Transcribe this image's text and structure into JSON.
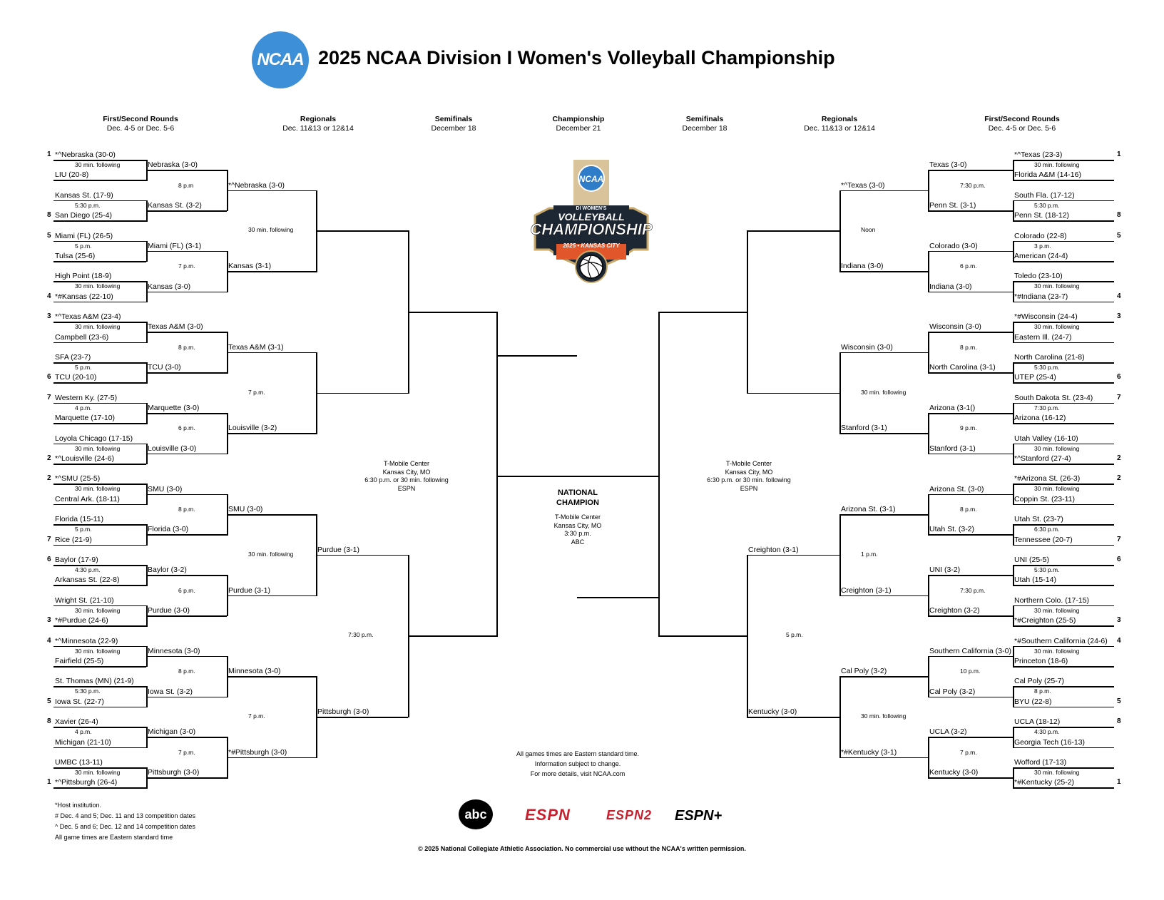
{
  "title": "2025 NCAA Division I Women's Volleyball Championship",
  "logo_text": "NCAA",
  "headers": {
    "r1_left": {
      "name": "First/Second Rounds",
      "date": "Dec. 4-5 or Dec. 5-6"
    },
    "reg_left": {
      "name": "Regionals",
      "date": "Dec. 11&13 or 12&14"
    },
    "semi_left": {
      "name": "Semifinals",
      "date": "December 18"
    },
    "champ": {
      "name": "Championship",
      "date": "December 21"
    },
    "semi_right": {
      "name": "Semifinals",
      "date": "December 18"
    },
    "reg_right": {
      "name": "Regionals",
      "date": "Dec. 11&13 or 12&14"
    },
    "r1_right": {
      "name": "First/Second Rounds",
      "date": "Dec. 4-5 or Dec. 5-6"
    }
  },
  "left": {
    "r1": [
      {
        "seed": "1",
        "a": "*^Nebraska (30-0)",
        "b": "LIU (20-8)",
        "t": "30 min. following",
        "bseed": ""
      },
      {
        "seed": "",
        "a": "Kansas St. (17-9)",
        "b": "San Diego (25-4)",
        "t": "5:30 p.m.",
        "bseed": "8"
      },
      {
        "seed": "5",
        "a": "Miami (FL) (26-5)",
        "b": "Tulsa (25-6)",
        "t": "5 p.m.",
        "bseed": ""
      },
      {
        "seed": "",
        "a": "High Point (18-9)",
        "b": "*#Kansas (22-10)",
        "t": "30 min. following",
        "bseed": "4"
      },
      {
        "seed": "3",
        "a": "*^Texas A&M (23-4)",
        "b": "Campbell (23-6)",
        "t": "30 min. following",
        "bseed": ""
      },
      {
        "seed": "",
        "a": "SFA (23-7)",
        "b": "TCU (20-10)",
        "t": "5 p.m.",
        "bseed": "6"
      },
      {
        "seed": "7",
        "a": "Western Ky. (27-5)",
        "b": "Marquette (17-10)",
        "t": "4 p.m.",
        "bseed": ""
      },
      {
        "seed": "",
        "a": "Loyola Chicago (17-15)",
        "b": "*^Louisville (24-6)",
        "t": "30 min. following",
        "bseed": "2"
      },
      {
        "seed": "2",
        "a": "*^SMU (25-5)",
        "b": "Central Ark. (18-11)",
        "t": "30 min. following",
        "bseed": ""
      },
      {
        "seed": "",
        "a": "Florida (15-11)",
        "b": "Rice (21-9)",
        "t": "5 p.m.",
        "bseed": "7"
      },
      {
        "seed": "6",
        "a": "Baylor (17-9)",
        "b": "Arkansas St. (22-8)",
        "t": "4:30 p.m.",
        "bseed": ""
      },
      {
        "seed": "",
        "a": "Wright St. (21-10)",
        "b": "*#Purdue (24-6)",
        "t": "30 min. following",
        "bseed": "3"
      },
      {
        "seed": "4",
        "a": "*^Minnesota (22-9)",
        "b": "Fairfield (25-5)",
        "t": "30 min. following",
        "bseed": ""
      },
      {
        "seed": "",
        "a": "St. Thomas (MN) (21-9)",
        "b": "Iowa St. (22-7)",
        "t": "5:30 p.m.",
        "bseed": "5"
      },
      {
        "seed": "8",
        "a": "Xavier (26-4)",
        "b": "Michigan (21-10)",
        "t": "4 p.m.",
        "bseed": ""
      },
      {
        "seed": "",
        "a": "UMBC (13-11)",
        "b": "*^Pittsburgh (26-4)",
        "t": "30 min. following",
        "bseed": "1"
      }
    ],
    "r2": [
      {
        "a": "Nebraska (3-0)",
        "b": "Kansas St. (3-2)",
        "t": "8 p.m"
      },
      {
        "a": "Miami (FL) (3-1)",
        "b": "Kansas (3-0)",
        "t": "7 p.m."
      },
      {
        "a": "Texas A&M (3-0)",
        "b": "TCU (3-0)",
        "t": "8 p.m."
      },
      {
        "a": "Marquette (3-0)",
        "b": "Louisville (3-0)",
        "t": "6 p.m."
      },
      {
        "a": "SMU (3-0)",
        "b": "Florida (3-0)",
        "t": "8 p.m."
      },
      {
        "a": "Baylor (3-2)",
        "b": "Purdue (3-0)",
        "t": "6 p.m."
      },
      {
        "a": "Minnesota (3-0)",
        "b": "Iowa St. (3-2)",
        "t": "8 p.m."
      },
      {
        "a": "Michigan (3-0)",
        "b": "Pittsburgh (3-0)",
        "t": "7 p.m."
      }
    ],
    "r3": [
      {
        "a": "*^Nebraska (3-0)",
        "b": "Kansas (3-1)",
        "t": "30 min. following"
      },
      {
        "a": "Texas A&M (3-1)",
        "b": "Louisville (3-2)",
        "t": "7 p.m."
      },
      {
        "a": "SMU (3-0)",
        "b": "Purdue (3-1)",
        "t": "30 min. following"
      },
      {
        "a": "Minnesota (3-0)",
        "b": "*#Pittsburgh (3-0)",
        "t": "7 p.m."
      }
    ],
    "r4": [
      {
        "a": "",
        "b": "",
        "t": ""
      },
      {
        "a": "Purdue (3-1)",
        "b": "Pittsburgh (3-0)",
        "t": "7:30 p.m."
      }
    ],
    "venue": [
      "T-Mobile Center",
      "Kansas City, MO",
      "6:30 p.m. or 30 min. following",
      "ESPN"
    ]
  },
  "right": {
    "r1": [
      {
        "seed": "1",
        "a": "*^Texas (23-3)",
        "b": "Florida A&M (14-16)",
        "t": "30 min. following",
        "bseed": ""
      },
      {
        "seed": "",
        "a": "South Fla. (17-12)",
        "b": "Penn St. (18-12)",
        "t": "5:30 p.m.",
        "bseed": "8"
      },
      {
        "seed": "5",
        "a": "Colorado (22-8)",
        "b": "American (24-4)",
        "t": "3 p.m.",
        "bseed": ""
      },
      {
        "seed": "",
        "a": "Toledo (23-10)",
        "b": "*#Indiana (23-7)",
        "t": "30 min. following",
        "bseed": "4"
      },
      {
        "seed": "3",
        "a": "*#Wisconsin (24-4)",
        "b": "Eastern Ill. (24-7)",
        "t": "30 min. following",
        "bseed": ""
      },
      {
        "seed": "",
        "a": "North Carolina (21-8)",
        "b": "UTEP (25-4)",
        "t": "5:30 p.m.",
        "bseed": "6"
      },
      {
        "seed": "7",
        "a": "South Dakota St. (23-4)",
        "b": "Arizona (16-12)",
        "t": "7:30 p.m.",
        "bseed": ""
      },
      {
        "seed": "",
        "a": "Utah Valley (16-10)",
        "b": "*^Stanford (27-4)",
        "t": "30 min. following",
        "bseed": "2"
      },
      {
        "seed": "2",
        "a": "*#Arizona St. (26-3)",
        "b": "Coppin St. (23-11)",
        "t": "30 min. following",
        "bseed": ""
      },
      {
        "seed": "",
        "a": "Utah St. (23-7)",
        "b": "Tennessee (20-7)",
        "t": "6:30 p.m.",
        "bseed": "7"
      },
      {
        "seed": "6",
        "a": "UNI (25-5)",
        "b": "Utah (15-14)",
        "t": "5:30 p.m.",
        "bseed": ""
      },
      {
        "seed": "",
        "a": "Northern Colo. (17-15)",
        "b": "*#Creighton (25-5)",
        "t": "30 min. following",
        "bseed": "3"
      },
      {
        "seed": "4",
        "a": "*#Southern California (24-6)",
        "b": "Princeton (18-6)",
        "t": "30 min. following",
        "bseed": ""
      },
      {
        "seed": "",
        "a": "Cal Poly (25-7)",
        "b": "BYU (22-8)",
        "t": "8 p.m.",
        "bseed": "5"
      },
      {
        "seed": "8",
        "a": "UCLA (18-12)",
        "b": "Georgia Tech (16-13)",
        "t": "4:30 p.m.",
        "bseed": ""
      },
      {
        "seed": "",
        "a": "Wofford (17-13)",
        "b": "*#Kentucky (25-2)",
        "t": "30 min. following",
        "bseed": "1"
      }
    ],
    "r2": [
      {
        "a": "Texas (3-0)",
        "b": "Penn St. (3-1)",
        "t": "7:30 p.m."
      },
      {
        "a": "Colorado (3-0)",
        "b": "Indiana (3-0)",
        "t": "6 p.m."
      },
      {
        "a": "Wisconsin (3-0)",
        "b": "North Carolina (3-1)",
        "t": "8 p.m."
      },
      {
        "a": "Arizona (3-1()",
        "b": "Stanford (3-1)",
        "t": "9 p.m."
      },
      {
        "a": "Arizona St. (3-0)",
        "b": "Utah St. (3-2)",
        "t": "8 p.m."
      },
      {
        "a": "UNI (3-2)",
        "b": "Creighton (3-2)",
        "t": "7:30 p.m."
      },
      {
        "a": "Southern California (3-0)",
        "b": "Cal Poly (3-2)",
        "t": "10 p.m."
      },
      {
        "a": "UCLA (3-2)",
        "b": "Kentucky (3-0)",
        "t": "7 p.m."
      }
    ],
    "r3": [
      {
        "a": "*^Texas (3-0)",
        "b": "Indiana (3-0)",
        "t": "Noon"
      },
      {
        "a": "Wisconsin (3-0)",
        "b": "Stanford (3-1)",
        "t": "30 min. following"
      },
      {
        "a": "Arizona St. (3-1)",
        "b": "Creighton (3-1)",
        "t": "1 p.m."
      },
      {
        "a": "Cal Poly (3-2)",
        "b": "*#Kentucky (3-1)",
        "t": "30 min. following"
      }
    ],
    "r4": [
      {
        "a": "",
        "b": "",
        "t": ""
      },
      {
        "a": "Creighton (3-1)",
        "b": "Kentucky (3-0)",
        "t": "5 p.m."
      }
    ],
    "venue": [
      "T-Mobile Center",
      "Kansas City, MO",
      "6:30 p.m. or 30 min. following",
      "ESPN"
    ]
  },
  "champion": {
    "heading1": "NATIONAL",
    "heading2": "CHAMPION",
    "details": [
      "T-Mobile Center",
      "Kansas City, MO",
      "3:30 p.m.",
      "ABC"
    ]
  },
  "emblem": {
    "ncaa": "NCAA",
    "line1": "DI WOMEN'S",
    "line2": "VOLLEYBALL",
    "line3": "CHAMPIONSHIP",
    "line4": "2025 • KANSAS CITY"
  },
  "notes": [
    "*Host institution.",
    "# Dec. 4 and 5; Dec. 11 and 13 competition dates",
    "^ Dec. 5 and 6; Dec. 12 and 14 competition dates",
    "All game times are Eastern standard time"
  ],
  "notes_center": [
    "All games times are Eastern standard time.",
    "Information subject to change.",
    "For more details, visit NCAA.com"
  ],
  "broadcasters": {
    "abc": "abc",
    "espn": "ESPN",
    "espn2": "ESPN2",
    "espnplus": "ESPN+"
  },
  "copyright": "© 2025 National Collegiate Athletic Association.  No commercial use without the NCAA's written permission."
}
